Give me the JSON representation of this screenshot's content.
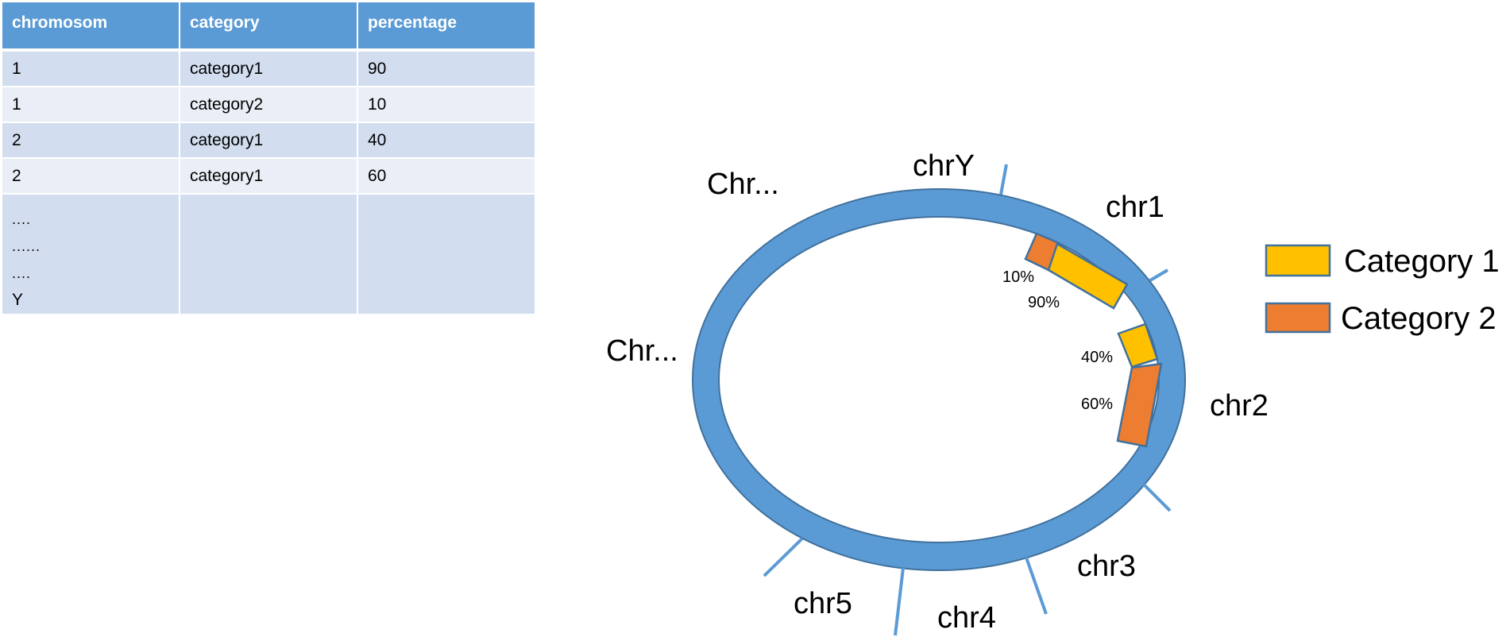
{
  "table": {
    "headers": [
      "chromosom",
      "category",
      "percentage"
    ],
    "rows": [
      [
        "1",
        "category1",
        "90"
      ],
      [
        "1",
        "category2",
        "10"
      ],
      [
        "2",
        "category1",
        "40"
      ],
      [
        "2",
        "category1",
        "60"
      ]
    ],
    "continuation": {
      "lines": [
        "....",
        "......",
        "....",
        "Y"
      ]
    }
  },
  "diagram": {
    "chromosome_labels": {
      "chrY": "chrY",
      "chr1": "chr1",
      "chr2": "chr2",
      "chr3": "chr3",
      "chr4": "chr4",
      "chr5": "chr5",
      "chr_top_left": "Chr...",
      "chr_left": "Chr..."
    },
    "bars": {
      "chr1_cat2": "10%",
      "chr1_cat1": "90%",
      "chr2_cat1": "40%",
      "chr2_cat2": "60%"
    }
  },
  "legend": {
    "items": [
      {
        "label": "Category 1",
        "color": "#ffc000"
      },
      {
        "label": "Category 2",
        "color": "#ed7d31"
      }
    ]
  },
  "colors": {
    "ring": "#5b9bd5",
    "ring_border": "#41719c",
    "header_bg": "#5b9bd5",
    "row_odd": "#d2deef",
    "row_even": "#eaeff7",
    "category1": "#ffc000",
    "category2": "#ed7d31"
  }
}
